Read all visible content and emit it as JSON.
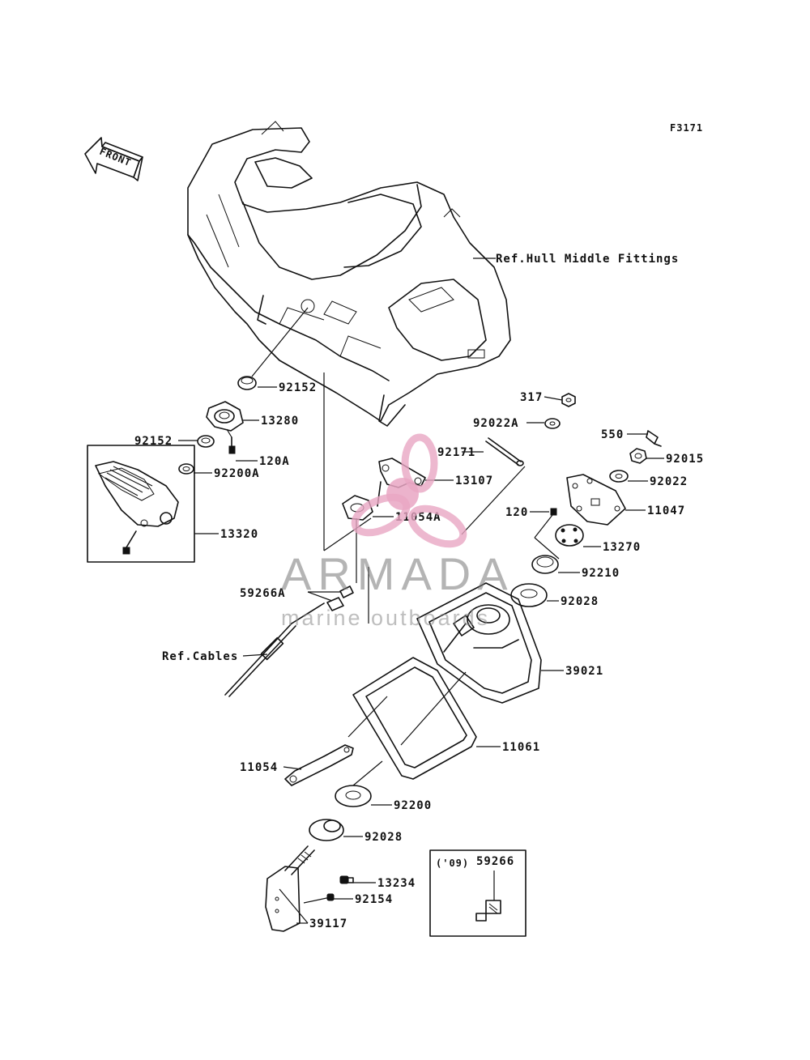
{
  "figure_code": "F3171",
  "front_label": "FRONT",
  "ref_hull": "Ref.Hull Middle Fittings",
  "ref_cables": "Ref.Cables",
  "inset_year": "('09)",
  "inset_part": "59266",
  "watermark": {
    "brand": "ARMADA",
    "tagline": "marine outboards",
    "accent_color": "#e9a6c3"
  },
  "parts": {
    "p92152a": "92152",
    "p13280": "13280",
    "p92152b": "92152",
    "p120a": "120A",
    "p92200a": "92200A",
    "p13320": "13320",
    "p317": "317",
    "p92022a": "92022A",
    "p92171": "92171",
    "p550": "550",
    "p92015": "92015",
    "p13107": "13107",
    "p92022": "92022",
    "p11054a": "11054A",
    "p120": "120",
    "p11047": "11047",
    "p13270": "13270",
    "p92210": "92210",
    "p59266a": "59266A",
    "p92028a": "92028",
    "p39021": "39021",
    "p11061": "11061",
    "p11054": "11054",
    "p92200": "92200",
    "p92028b": "92028",
    "p13234": "13234",
    "p92154": "92154",
    "p39117": "39117"
  }
}
